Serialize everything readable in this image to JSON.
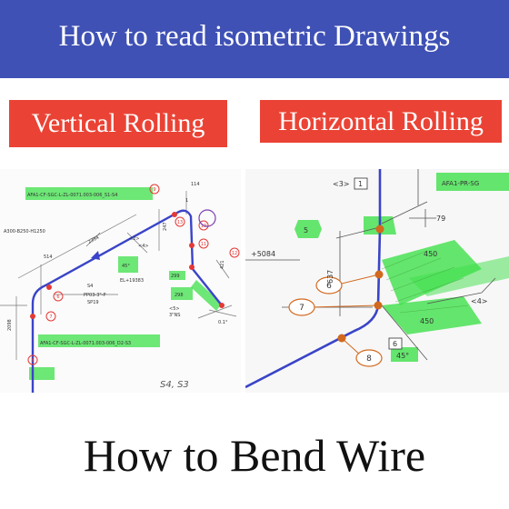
{
  "header": {
    "title": "How to read isometric Drawings"
  },
  "labels": {
    "vertical": "Vertical Rolling",
    "horizontal": "Horizontal Rolling"
  },
  "left_drawing": {
    "line_label_top": "AFA1-CF-SGC-L-ZL-0071.003-006_S1-S4",
    "line_label_bottom": "AFA1-CF-SGC-L-ZL-0071.003-006_D2-S3",
    "coord": "A300-B250-H1250",
    "dims": {
      "d2394": "2394",
      "d514": "514",
      "d2098": "2098",
      "d247": "247",
      "d114": "114",
      "d421": "421",
      "d299": "299",
      "d298": "298"
    },
    "angle_tag": "45°",
    "elevation": "EL+19383",
    "spec_s4": "S4",
    "spec_pipe": "PP03-3\"-P",
    "spec_sp": "SP19",
    "spec_ns": "3\"NS",
    "tags": {
      "a": "<4>",
      "b": "<5>",
      "c": "<2>",
      "d": "1"
    },
    "balloons": [
      "6",
      "7",
      "8",
      "9",
      "10",
      "11",
      "12",
      "13"
    ],
    "handwriting": "S4, S3",
    "corner_angle": "0.1°"
  },
  "right_drawing": {
    "line_label": "AFA1-PR-SG",
    "tag_top": "<3>",
    "tag_one": "1",
    "tag_five": "5",
    "dim_79": "79",
    "dim_637": "637",
    "elevation": "+5084",
    "dim_450a": "450",
    "dim_450b": "450",
    "tag_four": "<4>",
    "tag_six": "6",
    "balloons": {
      "six": "6",
      "seven": "7",
      "eight": "8"
    },
    "angle_tag": "45°"
  },
  "footer": {
    "title": "How to Bend Wire"
  },
  "colors": {
    "banner": "#3f51b5",
    "label_bg": "#ea4335",
    "highlight": "#3ee04a",
    "pipe": "#3a44c8",
    "balloon": "#d2691e"
  }
}
